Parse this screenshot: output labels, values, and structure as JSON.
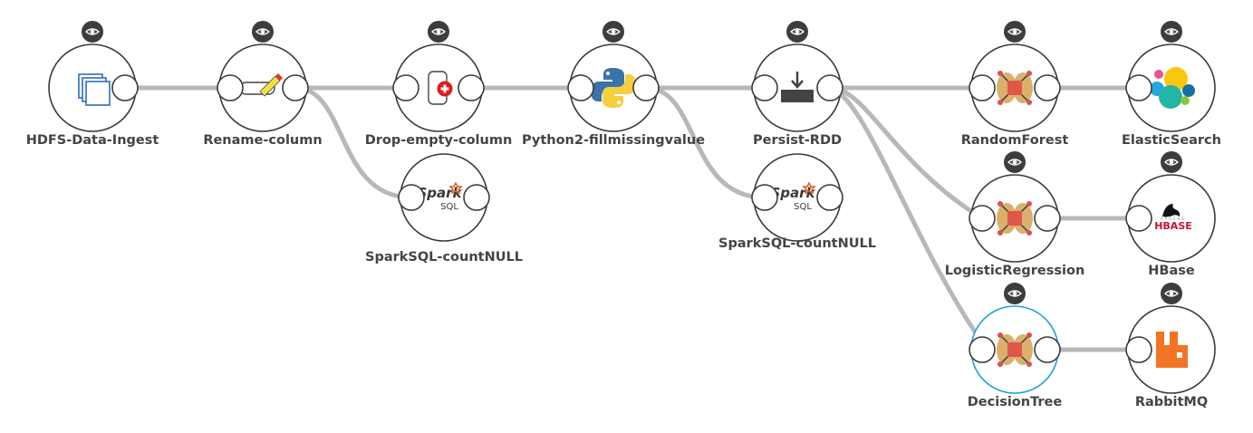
{
  "pipeline": {
    "nodes": [
      {
        "id": "hdfs",
        "label": "HDFS-Data-Ingest",
        "icon": "hdfs-copy-icon",
        "has_input": false,
        "has_output": true,
        "selected": false
      },
      {
        "id": "rename",
        "label": "Rename-column",
        "icon": "pencil-rename-icon",
        "has_input": true,
        "has_output": true,
        "selected": false
      },
      {
        "id": "drop",
        "label": "Drop-empty-column",
        "icon": "drop-column-icon",
        "has_input": true,
        "has_output": true,
        "selected": false
      },
      {
        "id": "sparksql1",
        "label": "SparkSQL-countNULL",
        "icon": "spark-sql-icon",
        "has_input": true,
        "has_output": true,
        "selected": false
      },
      {
        "id": "python",
        "label": "Python2-fillmissingvalue",
        "icon": "python-icon",
        "has_input": true,
        "has_output": true,
        "selected": false
      },
      {
        "id": "persist",
        "label": "Persist-RDD",
        "icon": "persist-download-icon",
        "has_input": true,
        "has_output": true,
        "selected": false
      },
      {
        "id": "sparksql2",
        "label": "SparkSQL-countNULL",
        "icon": "spark-sql-icon",
        "has_input": true,
        "has_output": true,
        "selected": false
      },
      {
        "id": "rf",
        "label": "RandomForest",
        "icon": "ml-brain-icon",
        "has_input": true,
        "has_output": true,
        "selected": false
      },
      {
        "id": "es",
        "label": "ElasticSearch",
        "icon": "elasticsearch-icon",
        "has_input": true,
        "has_output": false,
        "selected": false
      },
      {
        "id": "lr",
        "label": "LogisticRegression",
        "icon": "ml-brain-icon",
        "has_input": true,
        "has_output": true,
        "selected": false
      },
      {
        "id": "hbase",
        "label": "HBase",
        "icon": "hbase-icon",
        "has_input": true,
        "has_output": false,
        "selected": false
      },
      {
        "id": "dt",
        "label": "DecisionTree",
        "icon": "ml-brain-icon",
        "has_input": true,
        "has_output": true,
        "selected": true
      },
      {
        "id": "rabbit",
        "label": "RabbitMQ",
        "icon": "rabbitmq-icon",
        "has_input": true,
        "has_output": false,
        "selected": false
      }
    ],
    "edges": [
      {
        "from": "hdfs",
        "to": "rename"
      },
      {
        "from": "rename",
        "to": "drop"
      },
      {
        "from": "rename",
        "to": "sparksql1"
      },
      {
        "from": "drop",
        "to": "python"
      },
      {
        "from": "python",
        "to": "persist"
      },
      {
        "from": "python",
        "to": "sparksql2"
      },
      {
        "from": "persist",
        "to": "rf"
      },
      {
        "from": "persist",
        "to": "lr"
      },
      {
        "from": "persist",
        "to": "dt"
      },
      {
        "from": "rf",
        "to": "es"
      },
      {
        "from": "lr",
        "to": "hbase"
      },
      {
        "from": "dt",
        "to": "rabbit"
      }
    ],
    "preview_icon": "eye-icon",
    "icon_text": {
      "spark": "Spark",
      "sql": "SQL",
      "hbase": "HBASE",
      "apache": "APACHE"
    },
    "colors": {
      "edge": "#b8b8b8",
      "node_border": "#3a3a3a",
      "selected_border": "#1aa3d9",
      "eye_badge": "#3d3d3d",
      "label": "#444444"
    }
  }
}
